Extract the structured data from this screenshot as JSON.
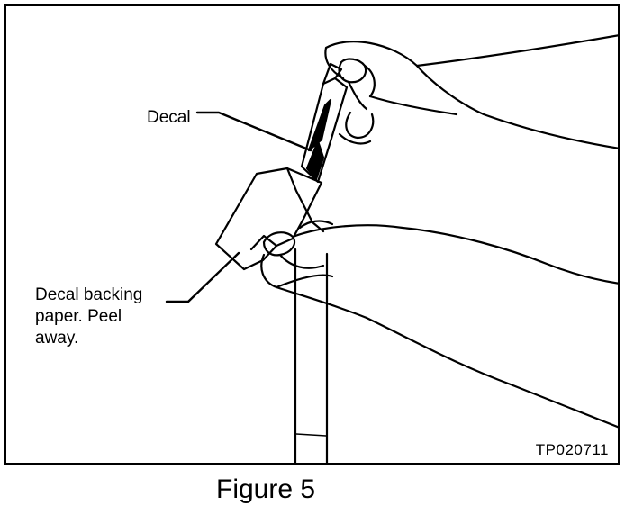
{
  "figure": {
    "caption": "Figure 5",
    "reference_code": "TP020711",
    "callouts": {
      "decal": "Decal",
      "backing_line1": "Decal backing",
      "backing_line2": "paper.  Peel",
      "backing_line3": "away."
    }
  },
  "colors": {
    "ink": "#000000",
    "paper": "#ffffff"
  }
}
